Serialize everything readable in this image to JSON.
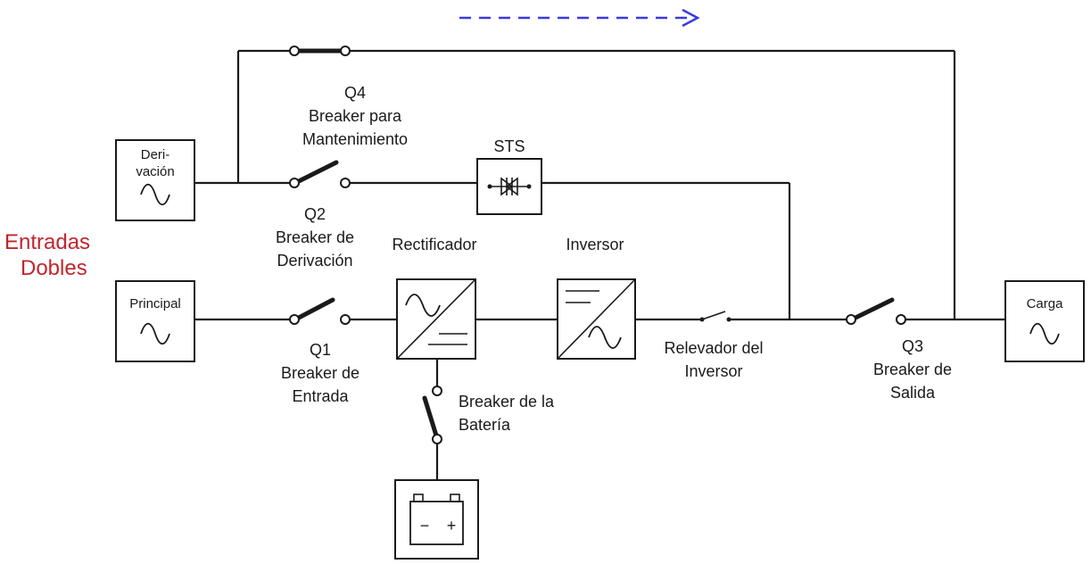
{
  "labels": {
    "inputs_title_line1": "Entradas",
    "inputs_title_line2": "Dobles",
    "bypass_source": [
      "Deri-",
      "vación"
    ],
    "main_source": "Principal",
    "load": "Carga",
    "sts": "STS",
    "rectifier": "Rectificador",
    "inverter": "Inversor",
    "q4": [
      "Q4",
      "Breaker para",
      "Mantenimiento"
    ],
    "q2": [
      "Q2",
      "Breaker de",
      "Derivación"
    ],
    "q1": [
      "Q1",
      "Breaker de",
      "Entrada"
    ],
    "q3": [
      "Q3",
      "Breaker de",
      "Salida"
    ],
    "inverter_relay": [
      "Relevador del",
      "Inversor"
    ],
    "battery_breaker": [
      "Breaker de la",
      "Batería"
    ],
    "battery_terminals": [
      "−",
      "+"
    ]
  },
  "colors": {
    "accent_red": "#c0262d",
    "flow_arrow_blue": "#3a3ae0",
    "line": "#1a1a1a"
  },
  "icons": {
    "ac_wave": "sine-wave-icon",
    "converter": "diagonal-split-icon",
    "thyristor": "thyristor-icon",
    "battery": "battery-icon",
    "flow": "dashed-arrow-icon"
  }
}
